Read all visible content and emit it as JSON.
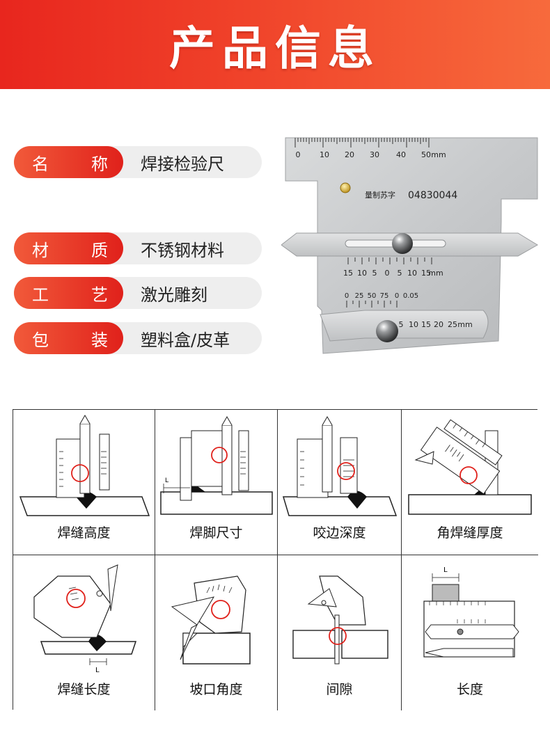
{
  "banner": {
    "title": "产品信息"
  },
  "specs": [
    {
      "label_a": "名",
      "label_b": "称",
      "value": "焊接检验尺"
    },
    {
      "label_a": "材",
      "label_b": "质",
      "value": "不锈钢材料"
    },
    {
      "label_a": "工",
      "label_b": "艺",
      "value": "激光雕刻"
    },
    {
      "label_a": "包",
      "label_b": "装",
      "value": "塑料盒/皮革"
    }
  ],
  "photo": {
    "top_scale": [
      "0",
      "10",
      "20",
      "30",
      "40",
      "50"
    ],
    "top_unit": "mm",
    "maker": "量制苏字",
    "serial": "04830044",
    "mid_scale": [
      "15",
      "10",
      "5",
      "0",
      "5",
      "10",
      "15"
    ],
    "mid_unit": "mm",
    "low_scale_a": [
      "0",
      "25",
      "50",
      "75",
      "0",
      "0.05"
    ],
    "low_scale_b": [
      "5",
      "10",
      "15",
      "20",
      "25"
    ],
    "low_unit": "mm"
  },
  "usages": [
    {
      "caption": "焊缝高度"
    },
    {
      "caption": "焊脚尺寸"
    },
    {
      "caption": "咬边深度"
    },
    {
      "caption": "角焊缝厚度"
    },
    {
      "caption": "焊缝长度"
    },
    {
      "caption": "坡口角度"
    },
    {
      "caption": "间隙"
    },
    {
      "caption": "长度"
    }
  ],
  "diagram_marks": {
    "length_symbol": "L"
  }
}
